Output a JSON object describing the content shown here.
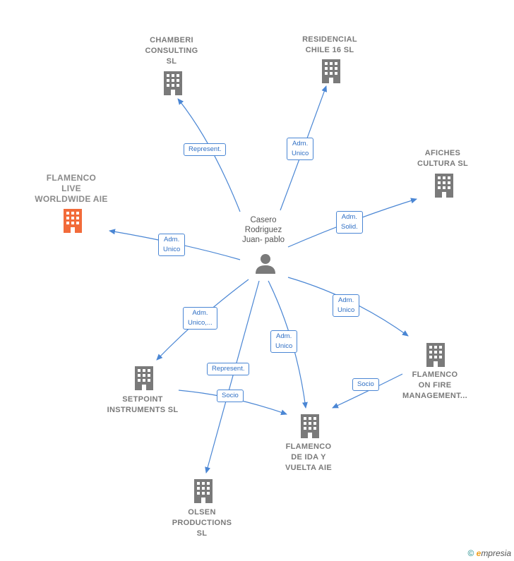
{
  "center": {
    "name": "Casero\nRodriguez\nJuan- pablo"
  },
  "nodes": [
    {
      "id": "chamberi",
      "label": "CHAMBERI\nCONSULTING\nSL",
      "focus": false
    },
    {
      "id": "residencial",
      "label": "RESIDENCIAL\nCHILE 16  SL",
      "focus": false
    },
    {
      "id": "afiches",
      "label": "AFICHES\nCULTURA  SL",
      "focus": false
    },
    {
      "id": "flamenco_live",
      "label": "FLAMENCO\nLIVE\nWORLDWIDE AIE",
      "focus": true
    },
    {
      "id": "flamenco_fire",
      "label": "FLAMENCO\nON FIRE\nMANAGEMENT...",
      "focus": false
    },
    {
      "id": "setpoint",
      "label": "SETPOINT\nINSTRUMENTS SL",
      "focus": false
    },
    {
      "id": "flamenco_ida",
      "label": "FLAMENCO\nDE IDA Y\nVUELTA AIE",
      "focus": false
    },
    {
      "id": "olsen",
      "label": "OLSEN\nPRODUCTIONS\nSL",
      "focus": false
    }
  ],
  "edges": [
    {
      "id": "e_chamberi",
      "label": "Represent."
    },
    {
      "id": "e_residencial",
      "label": "Adm.\nUnico"
    },
    {
      "id": "e_afiches",
      "label": "Adm.\nSolid."
    },
    {
      "id": "e_live",
      "label": "Adm.\nUnico"
    },
    {
      "id": "e_fire",
      "label": "Adm.\nUnico"
    },
    {
      "id": "e_setpoint",
      "label": "Adm.\nUnico,..."
    },
    {
      "id": "e_ida",
      "label": "Adm.\nUnico"
    },
    {
      "id": "e_olsen",
      "label": "Represent."
    },
    {
      "id": "e_setpoint_ida",
      "label": "Socio"
    },
    {
      "id": "e_fire_ida",
      "label": "Socio"
    }
  ],
  "footer": {
    "copyright": "©",
    "brand_e": "e",
    "brand_rest": "mpresia"
  },
  "colors": {
    "edge": "#4a86d4",
    "building": "#7a7a7a",
    "focus_building": "#f26b3a",
    "person": "#7a7a7a"
  }
}
